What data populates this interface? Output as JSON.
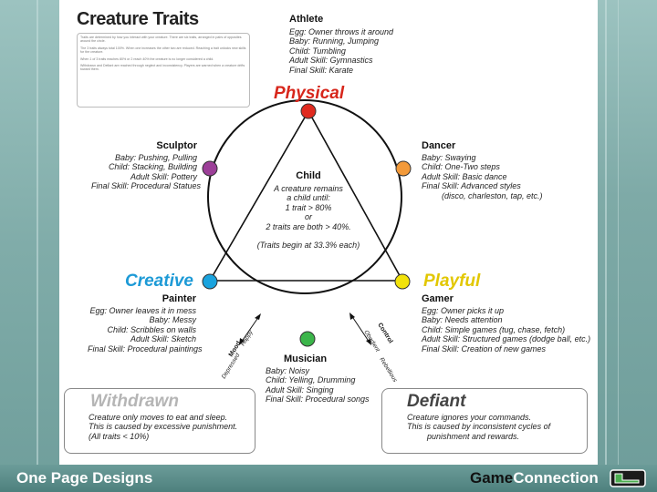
{
  "title": "Creature Traits",
  "intro": [
    "Traits are determined by how you interact with your creature. There are six traits, arranged in pairs of opposites around the circle.",
    "The 3 traits always total 100%. When one increases the other two are reduced. Reaching a trait unlocks new skills for the creature.",
    "When 1 of 3 traits reaches 80% or 2 reach 40% the creature is no longer considered a child.",
    "Withdrawn and Defiant are reached through neglect and inconsistency. Players are warned when a creature drifts toward them."
  ],
  "athlete": {
    "name": "Athlete",
    "lines": [
      "Egg: Owner throws it around",
      "Baby: Running, Jumping",
      "Child: Tumbling",
      "Adult Skill: Gymnastics",
      "Final Skill: Karate"
    ]
  },
  "sculptor": {
    "name": "Sculptor",
    "lines": [
      "Baby: Pushing, Pulling",
      "Child: Stacking, Building",
      "Adult Skill: Pottery",
      "Final Skill: Procedural Statues"
    ]
  },
  "dancer": {
    "name": "Dancer",
    "lines": [
      "Baby: Swaying",
      "Child: One-Two steps",
      "Adult Skill: Basic dance",
      "Final Skill: Advanced styles",
      "(disco, charleston, tap, etc.)"
    ]
  },
  "child": {
    "name": "Child",
    "lines": [
      "A creature remains",
      "a child until:",
      "1 trait > 80%",
      "or",
      "2 traits are both > 40%."
    ],
    "note": "(Traits begin at 33.3% each)"
  },
  "traits": {
    "physical": "Physical",
    "creative": "Creative",
    "playful": "Playful"
  },
  "painter": {
    "name": "Painter",
    "lines": [
      "Egg: Owner leaves it in mess",
      "Baby: Messy",
      "Child: Scribbles on walls",
      "Adult Skill: Sketch",
      "Final Skill: Procedural paintings"
    ]
  },
  "gamer": {
    "name": "Gamer",
    "lines": [
      "Egg: Owner picks it up",
      "Baby: Needs attention",
      "Child: Simple games (tug, chase, fetch)",
      "Adult Skill: Structured games (dodge ball, etc.)",
      "Final Skill: Creation of new games"
    ]
  },
  "musician": {
    "name": "Musician",
    "lines": [
      "Baby: Noisy",
      "Child: Yelling, Drumming",
      "Adult Skill: Singing",
      "Final Skill: Procedural songs"
    ]
  },
  "axes": {
    "mood": "Mood",
    "happy": "Happy",
    "depressed": "Depressed",
    "control": "Control",
    "obedient": "Obedient",
    "rebellious": "Rebellious"
  },
  "withdrawn": {
    "name": "Withdrawn",
    "lines": [
      "Creature only moves to eat and sleep.",
      "This is caused by excessive punishment.",
      "(All traits < 10%)"
    ]
  },
  "defiant": {
    "name": "Defiant",
    "lines": [
      "Creature ignores your commands.",
      "This is caused by inconsistent cycles of",
      "punishment and rewards."
    ]
  },
  "footer": {
    "left": "One Page Designs",
    "brand_game": "Game",
    "brand_connection": "Connection"
  },
  "colors": {
    "physical": "#e02a1f",
    "creative": "#1aa3de",
    "playful": "#f2e20a",
    "sculptor": "#9c3f98",
    "dancer": "#f39a3a",
    "musician": "#3bb54a",
    "withdrawn": "#b0b0b0",
    "defiant": "#555555"
  }
}
